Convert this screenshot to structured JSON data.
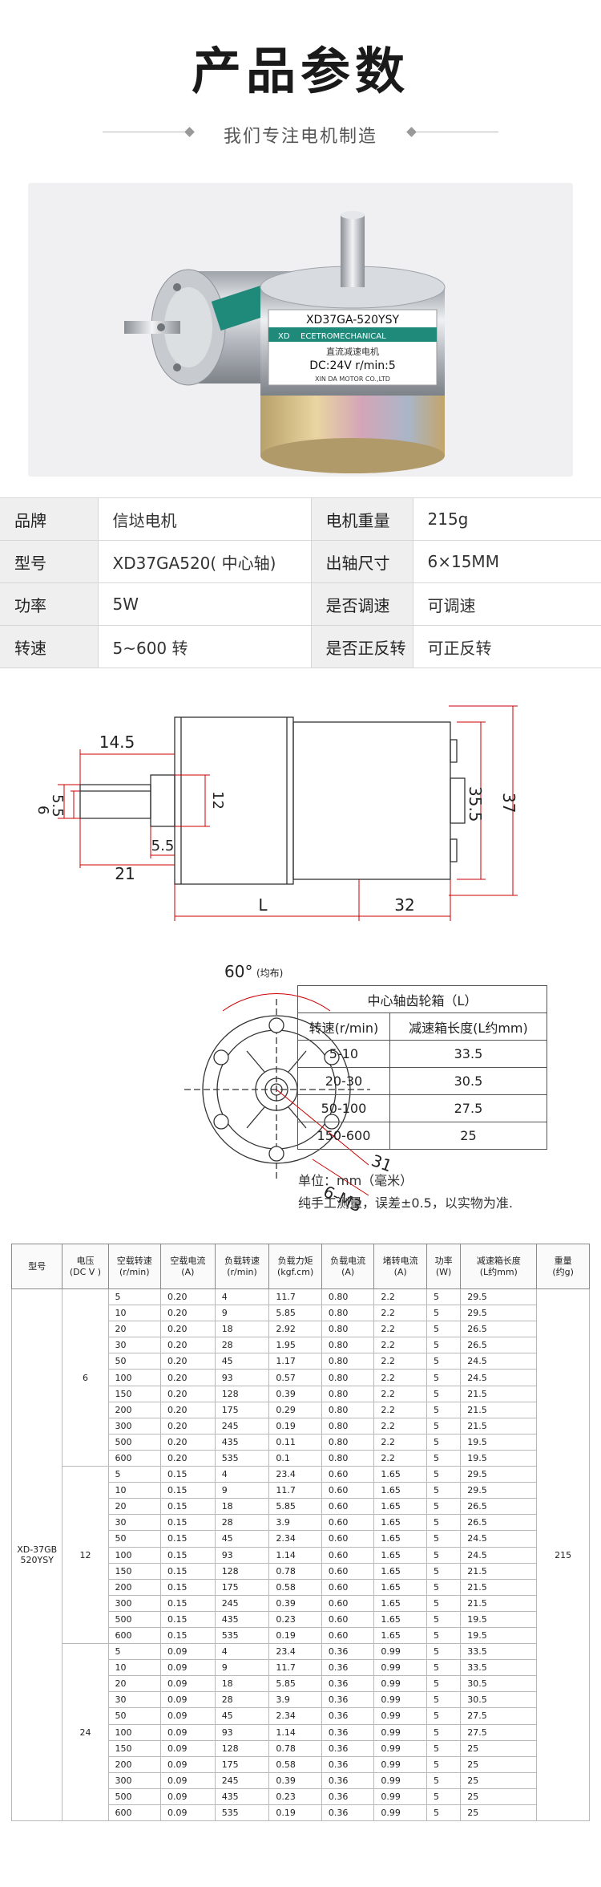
{
  "header": {
    "title": "产品参数",
    "subtitle": "我们专注电机制造"
  },
  "photo": {
    "label_model": "XD37GA-520YSY",
    "label_brand_short": "XD",
    "label_line": "ECETROMECHANICAL",
    "label_cn": "直流减速电机",
    "label_spec": "DC:24V  r/min:5",
    "label_company": "XIN DA MOTOR CO.,LTD",
    "colors": {
      "bg": "#f0f0f2",
      "label": "#1f8a7a",
      "steel": "#c8cbd0",
      "can": "#d9b87a"
    }
  },
  "spec": [
    [
      "品牌",
      "信垯电机",
      "电机重量",
      "215g"
    ],
    [
      "型号",
      "XD37GA520( 中心轴)",
      "出轴尺寸",
      "6×15MM"
    ],
    [
      "功率",
      "5W",
      "是否调速",
      "可调速"
    ],
    [
      "转速",
      "5~600 转",
      "是否正反转",
      "可正反转"
    ]
  ],
  "dims": {
    "d145": "14.5",
    "d6": "6",
    "d55a": "5.5",
    "d12": "12",
    "d21": "21",
    "d55b": "5.5",
    "d355": "35.5",
    "d37": "37",
    "dL": "L",
    "d32": "32",
    "angle": "60°",
    "angle_note": "(均布)",
    "d31": "31",
    "screw": "6-M3"
  },
  "gear_table": {
    "title": "中心轴齿轮箱（L）",
    "headers": [
      "转速(r/min)",
      "减速箱长度(L约mm)"
    ],
    "rows": [
      [
        "5-10",
        "33.5"
      ],
      [
        "20-30",
        "30.5"
      ],
      [
        "50-100",
        "27.5"
      ],
      [
        "150-600",
        "25"
      ]
    ]
  },
  "notes": {
    "unit": "单位：mm（毫米）",
    "tolerance": "纯手工测量，误差±0.5，以实物为准."
  },
  "data_table": {
    "headers": [
      "型号",
      "电压\n(DC V )",
      "空载转速\n(r/min)",
      "空载电流\n(A)",
      "负载转速\n(r/min)",
      "负载力矩\n(kgf.cm)",
      "负载电流\n(A)",
      "堵转电流\n(A)",
      "功率\n(W)",
      "减速箱长度\n(L约mm)",
      "重量\n(约g)"
    ],
    "model": "XD-37GB\n520YSY",
    "weight": "215",
    "groups": [
      {
        "voltage": "6",
        "rows": [
          [
            "5",
            "0.20",
            "4",
            "11.7",
            "0.80",
            "2.2",
            "5",
            "29.5"
          ],
          [
            "10",
            "0.20",
            "9",
            "5.85",
            "0.80",
            "2.2",
            "5",
            "29.5"
          ],
          [
            "20",
            "0.20",
            "18",
            "2.92",
            "0.80",
            "2.2",
            "5",
            "26.5"
          ],
          [
            "30",
            "0.20",
            "28",
            "1.95",
            "0.80",
            "2.2",
            "5",
            "26.5"
          ],
          [
            "50",
            "0.20",
            "45",
            "1.17",
            "0.80",
            "2.2",
            "5",
            "24.5"
          ],
          [
            "100",
            "0.20",
            "93",
            "0.57",
            "0.80",
            "2.2",
            "5",
            "24.5"
          ],
          [
            "150",
            "0.20",
            "128",
            "0.39",
            "0.80",
            "2.2",
            "5",
            "21.5"
          ],
          [
            "200",
            "0.20",
            "175",
            "0.29",
            "0.80",
            "2.2",
            "5",
            "21.5"
          ],
          [
            "300",
            "0.20",
            "245",
            "0.19",
            "0.80",
            "2.2",
            "5",
            "21.5"
          ],
          [
            "500",
            "0.20",
            "435",
            "0.11",
            "0.80",
            "2.2",
            "5",
            "19.5"
          ],
          [
            "600",
            "0.20",
            "535",
            "0.1",
            "0.80",
            "2.2",
            "5",
            "19.5"
          ]
        ]
      },
      {
        "voltage": "12",
        "rows": [
          [
            "5",
            "0.15",
            "4",
            "23.4",
            "0.60",
            "1.65",
            "5",
            "29.5"
          ],
          [
            "10",
            "0.15",
            "9",
            "11.7",
            "0.60",
            "1.65",
            "5",
            "29.5"
          ],
          [
            "20",
            "0.15",
            "18",
            "5.85",
            "0.60",
            "1.65",
            "5",
            "26.5"
          ],
          [
            "30",
            "0.15",
            "28",
            "3.9",
            "0.60",
            "1.65",
            "5",
            "26.5"
          ],
          [
            "50",
            "0.15",
            "45",
            "2.34",
            "0.60",
            "1.65",
            "5",
            "24.5"
          ],
          [
            "100",
            "0.15",
            "93",
            "1.14",
            "0.60",
            "1.65",
            "5",
            "24.5"
          ],
          [
            "150",
            "0.15",
            "128",
            "0.78",
            "0.60",
            "1.65",
            "5",
            "21.5"
          ],
          [
            "200",
            "0.15",
            "175",
            "0.58",
            "0.60",
            "1.65",
            "5",
            "21.5"
          ],
          [
            "300",
            "0.15",
            "245",
            "0.39",
            "0.60",
            "1.65",
            "5",
            "21.5"
          ],
          [
            "500",
            "0.15",
            "435",
            "0.23",
            "0.60",
            "1.65",
            "5",
            "19.5"
          ],
          [
            "600",
            "0.15",
            "535",
            "0.19",
            "0.60",
            "1.65",
            "5",
            "19.5"
          ]
        ]
      },
      {
        "voltage": "24",
        "rows": [
          [
            "5",
            "0.09",
            "4",
            "23.4",
            "0.36",
            "0.99",
            "5",
            "33.5"
          ],
          [
            "10",
            "0.09",
            "9",
            "11.7",
            "0.36",
            "0.99",
            "5",
            "33.5"
          ],
          [
            "20",
            "0.09",
            "18",
            "5.85",
            "0.36",
            "0.99",
            "5",
            "30.5"
          ],
          [
            "30",
            "0.09",
            "28",
            "3.9",
            "0.36",
            "0.99",
            "5",
            "30.5"
          ],
          [
            "50",
            "0.09",
            "45",
            "2.34",
            "0.36",
            "0.99",
            "5",
            "27.5"
          ],
          [
            "100",
            "0.09",
            "93",
            "1.14",
            "0.36",
            "0.99",
            "5",
            "27.5"
          ],
          [
            "150",
            "0.09",
            "128",
            "0.78",
            "0.36",
            "0.99",
            "5",
            "25"
          ],
          [
            "200",
            "0.09",
            "175",
            "0.58",
            "0.36",
            "0.99",
            "5",
            "25"
          ],
          [
            "300",
            "0.09",
            "245",
            "0.39",
            "0.36",
            "0.99",
            "5",
            "25"
          ],
          [
            "500",
            "0.09",
            "435",
            "0.23",
            "0.36",
            "0.99",
            "5",
            "25"
          ],
          [
            "600",
            "0.09",
            "535",
            "0.19",
            "0.36",
            "0.99",
            "5",
            "25"
          ]
        ]
      }
    ]
  }
}
